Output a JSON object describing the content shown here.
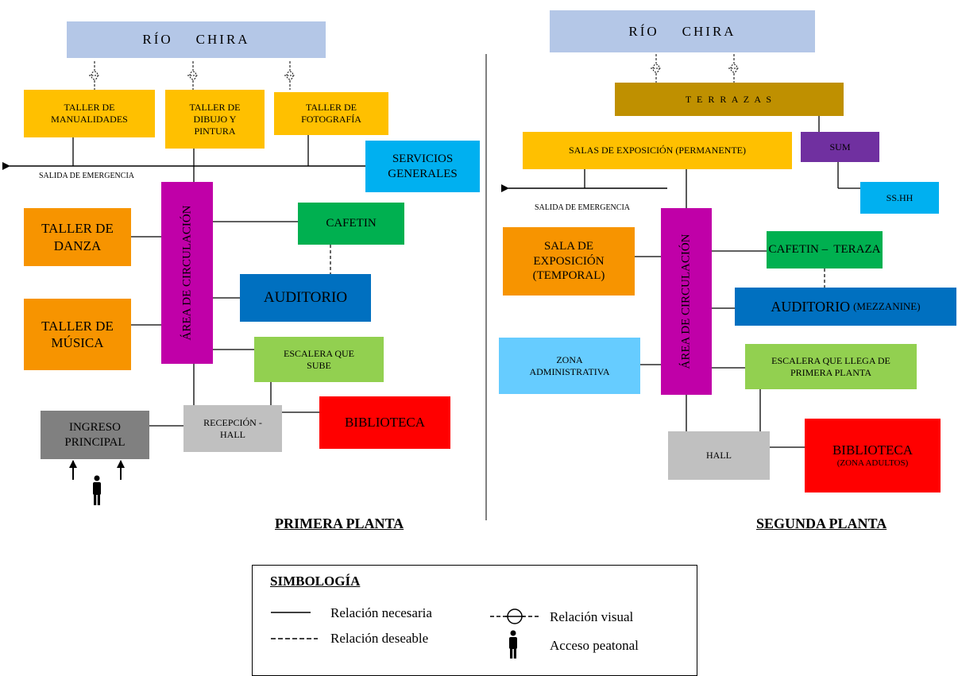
{
  "floor1": {
    "title": "PRIMERA PLANTA",
    "river": "RÍO    CHIRA",
    "taller_manualidades": "TALLER DE\nMANUALIDADES",
    "taller_dibujo": "TALLER DE\nDIBUJO Y\nPINTURA",
    "taller_fotografia": "TALLER DE\nFOTOGRAFÍA",
    "servicios_generales": "SERVICIOS\nGENERALES",
    "salida_emergencia": "SALIDA DE EMERGENCIA",
    "area_circulacion": "ÁREA DE CIRCULACIÓN",
    "taller_danza": "TALLER DE\nDANZA",
    "cafetin": "CAFETIN",
    "auditorio": "AUDITORIO",
    "taller_musica": "TALLER DE\nMÚSICA",
    "escalera": "ESCALERA QUE\nSUBE",
    "recepcion": "RECEPCIÓN -\nHALL",
    "biblioteca": "BIBLIOTECA",
    "ingreso": "INGRESO\nPRINCIPAL"
  },
  "floor2": {
    "title": "SEGUNDA PLANTA",
    "river": "RÍO    CHIRA",
    "terrazas": "T E R R A Z A S",
    "salas_exposicion": "SALAS DE EXPOSICIÓN (PERMANENTE)",
    "sum": "SUM",
    "sshh": "SS.HH",
    "salida_emergencia": "SALIDA DE EMERGENCIA",
    "sala_temporal": "SALA DE\nEXPOSICIÓN\n(TEMPORAL)",
    "area_circulacion": "ÁREA DE CIRCULACIÓN",
    "cafetin_terraza": "CAFETIN –  TERAZA",
    "auditorio": "AUDITORIO",
    "auditorio_sub": "(MEZZANINE)",
    "zona_administrativa": "ZONA\nADMINISTRATIVA",
    "escalera": "ESCALERA QUE LLEGA DE\nPRIMERA PLANTA",
    "hall": "HALL",
    "biblioteca": "BIBLIOTECA",
    "biblioteca_sub": "(ZONA ADULTOS)"
  },
  "legend": {
    "title": "SIMBOLOGÍA",
    "necesaria": "Relación necesaria",
    "deseable": "Relación deseable",
    "visual": "Relación visual",
    "peatonal": "Acceso peatonal"
  },
  "colors": {
    "river": "#b4c7e7",
    "yellow": "#ffc000",
    "cyan": "#00b0f0",
    "magenta": "#c000a8",
    "orange": "#f79400",
    "green": "#00b050",
    "blue": "#0070c0",
    "lightgreen": "#92d050",
    "gray": "#808080",
    "lightgray": "#c0c0c0",
    "red": "#ff0000",
    "terrace": "#bf9000",
    "purple": "#7030a0",
    "lightblue": "#66ccff"
  }
}
